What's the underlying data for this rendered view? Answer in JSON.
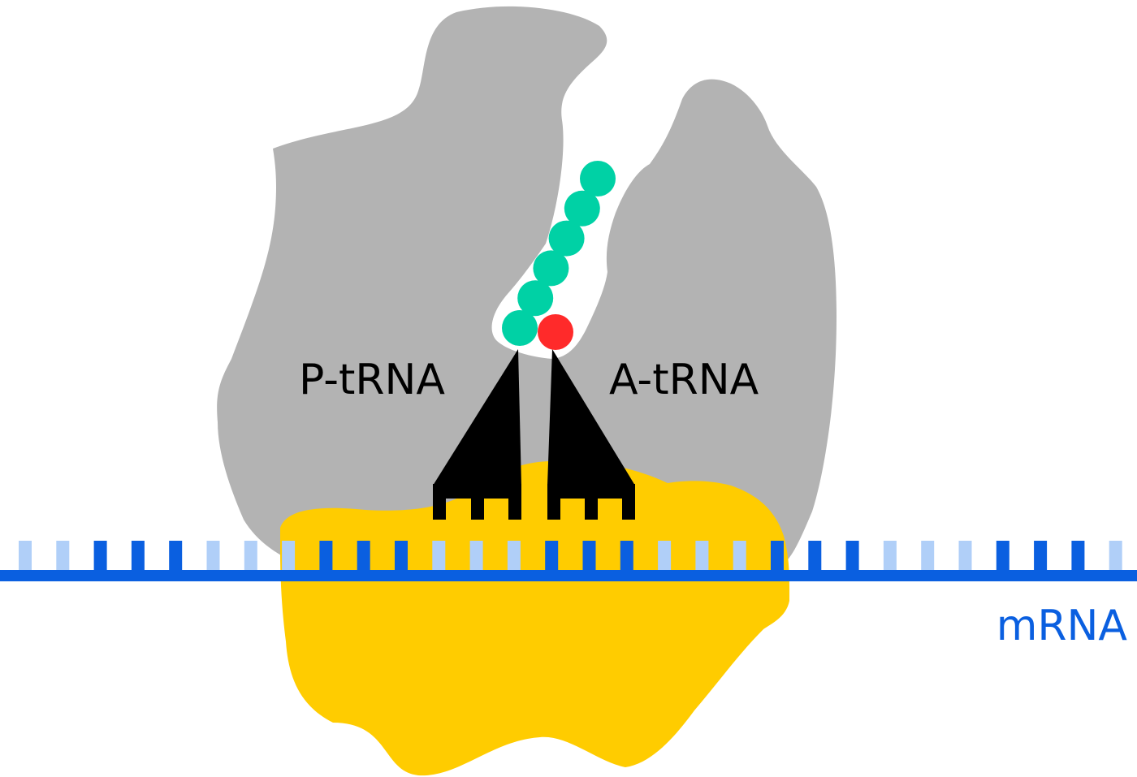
{
  "labels": {
    "p_site": "P-tRNA",
    "a_site": "A-tRNA",
    "mrna": "mRNA"
  },
  "colors": {
    "large_subunit": "#b3b3b3",
    "small_subunit": "#ffcc00",
    "trna": "#000000",
    "peptide_residue": "#00d1a5",
    "new_amino_acid": "#ff2a2a",
    "mrna_strand": "#0a5fe0",
    "mrna_base_dark": "#0a5fe0",
    "mrna_base_light": "#b0cff8",
    "label_text": "#000000",
    "mrna_label": "#0a5fe0"
  },
  "structure": {
    "peptide_chain_residues": 6,
    "mrna_base_shades": [
      "light",
      "light",
      "dark",
      "dark",
      "dark",
      "light",
      "light",
      "light",
      "dark",
      "dark",
      "dark",
      "light",
      "light",
      "light",
      "dark",
      "dark",
      "dark",
      "light",
      "light",
      "light",
      "dark",
      "dark",
      "dark",
      "light",
      "light",
      "light",
      "dark",
      "dark",
      "dark",
      "light"
    ]
  }
}
